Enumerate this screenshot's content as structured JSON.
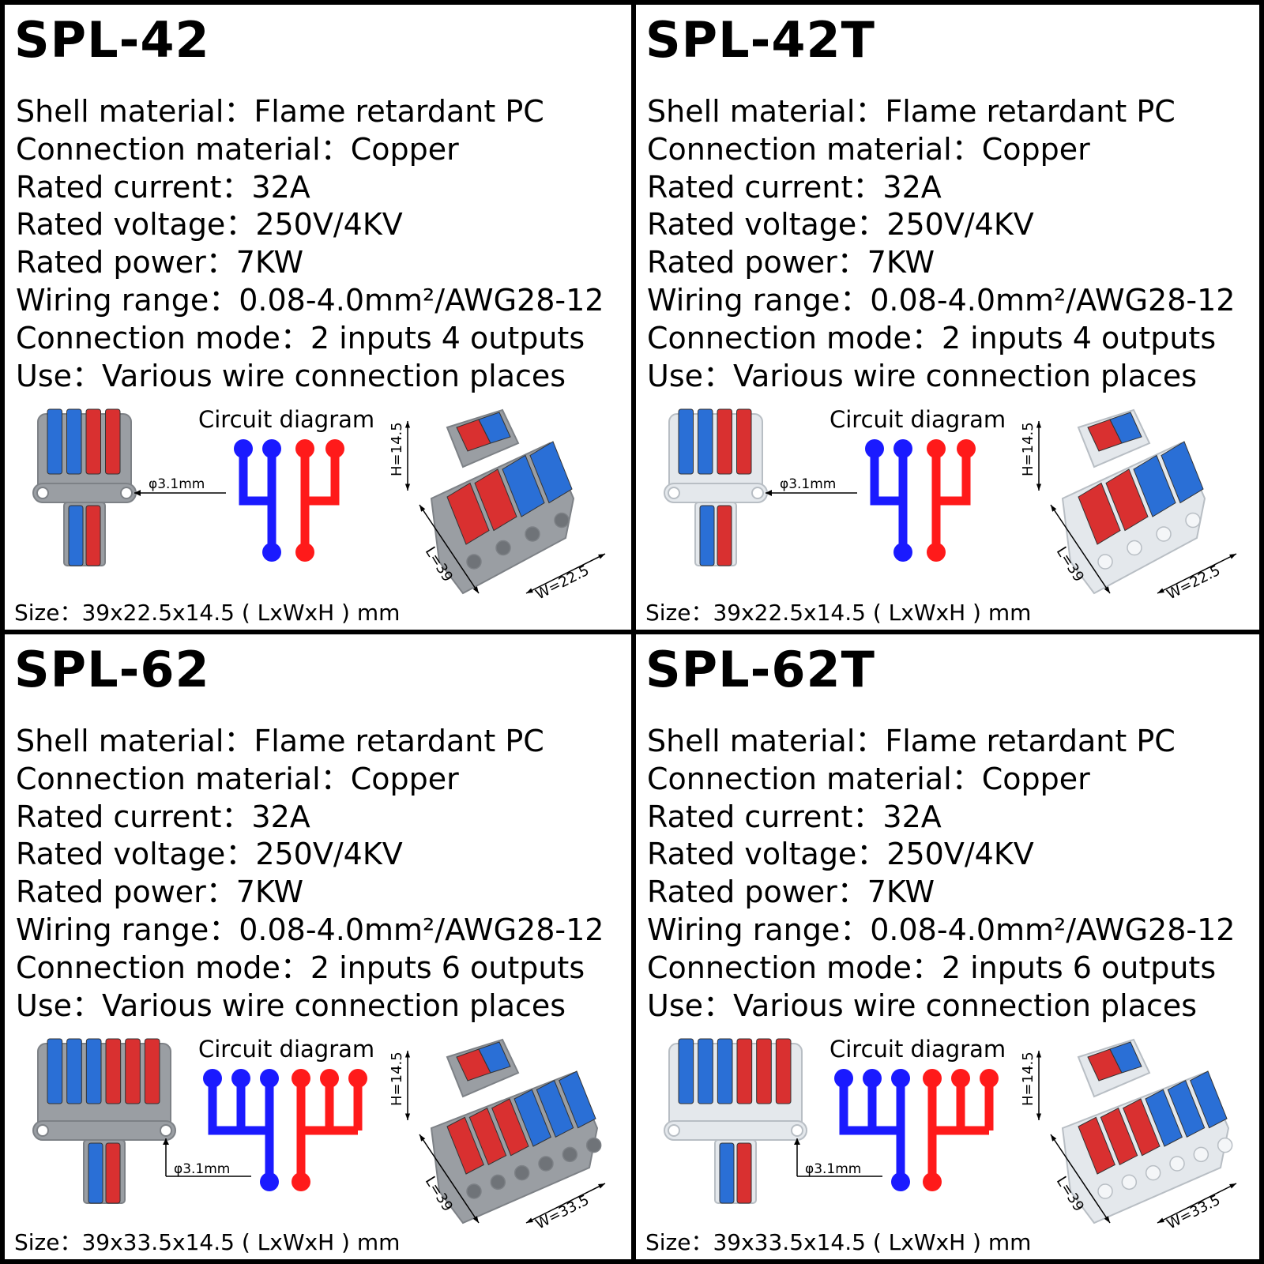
{
  "panels": [
    {
      "title": "SPL-42",
      "specs": [
        "Shell material：Flame retardant PC",
        "Connection material：Copper",
        "Rated current：32A",
        "Rated voltage：250V/4KV",
        "Rated power：7KW",
        "Wiring range：0.08-4.0mm²/AWG28-12",
        "Connection mode：2 inputs 4 outputs",
        "Use：Various wire connection places"
      ],
      "circuit_label": "Circuit diagram",
      "diameter": "φ3.1mm",
      "dim_h": "H=14.5",
      "dim_l": "L=39",
      "dim_w": "W=22.5",
      "size": "Size：39x22.5x14.5 ( LxWxH ) mm"
    },
    {
      "title": "SPL-42T",
      "specs": [
        "Shell material：Flame retardant PC",
        "Connection material：Copper",
        "Rated current：32A",
        "Rated voltage：250V/4KV",
        "Rated power：7KW",
        "Wiring range：0.08-4.0mm²/AWG28-12",
        "Connection mode：2 inputs 4 outputs",
        "Use：Various wire connection places"
      ],
      "circuit_label": "Circuit diagram",
      "diameter": "φ3.1mm",
      "dim_h": "H=14.5",
      "dim_l": "L=39",
      "dim_w": "W=22.5",
      "size": "Size：39x22.5x14.5 ( LxWxH ) mm"
    },
    {
      "title": "SPL-62",
      "specs": [
        "Shell material：Flame retardant PC",
        "Connection material：Copper",
        "Rated current：32A",
        "Rated voltage：250V/4KV",
        "Rated power：7KW",
        "Wiring range：0.08-4.0mm²/AWG28-12",
        "Connection mode：2 inputs 6 outputs",
        "Use：Various wire connection places"
      ],
      "circuit_label": "Circuit diagram",
      "diameter": "φ3.1mm",
      "dim_h": "H=14.5",
      "dim_l": "L=39",
      "dim_w": "W=33.5",
      "size": "Size：39x33.5x14.5 ( LxWxH ) mm"
    },
    {
      "title": "SPL-62T",
      "specs": [
        "Shell material：Flame retardant PC",
        "Connection material：Copper",
        "Rated current：32A",
        "Rated voltage：250V/4KV",
        "Rated power：7KW",
        "Wiring range：0.08-4.0mm²/AWG28-12",
        "Connection mode：2 inputs 6 outputs",
        "Use：Various wire connection places"
      ],
      "circuit_label": "Circuit diagram",
      "diameter": "φ3.1mm",
      "dim_h": "H=14.5",
      "dim_l": "L=39",
      "dim_w": "W=33.5",
      "size": "Size：39x33.5x14.5 ( LxWxH ) mm"
    }
  ],
  "colors": {
    "blue": "#1a1aff",
    "red": "#ff1a1a",
    "lever_blue": "#2a6fd6",
    "lever_red": "#d93030",
    "shell_grey": "#9a9ea3",
    "shell_clear": "#e4e8ec"
  },
  "icons": [
    "connector-front-view",
    "circuit-diagram",
    "connector-3d-view",
    "dimension-arrow"
  ]
}
